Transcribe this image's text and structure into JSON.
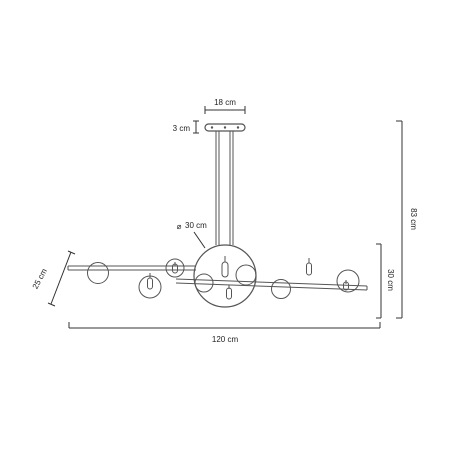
{
  "dimensions": {
    "canopy_width": "18 cm",
    "canopy_height": "3 cm",
    "disc_diameter": "30 cm",
    "total_height": "83 cm",
    "body_height": "30 cm",
    "depth": "25 cm",
    "total_width": "120 cm"
  },
  "symbols": {
    "diameter": "⌀"
  }
}
